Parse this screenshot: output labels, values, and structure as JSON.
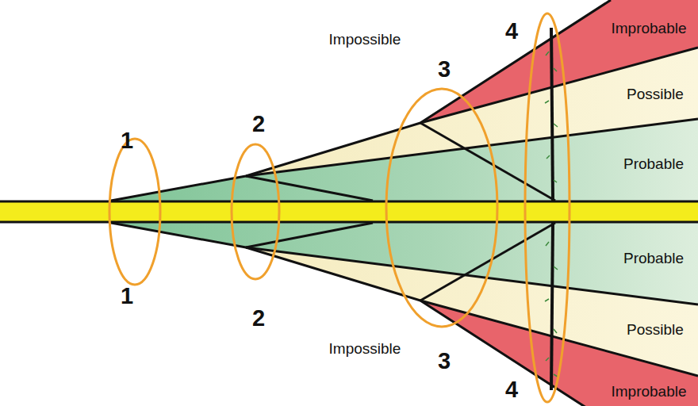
{
  "diagram": {
    "labels": [
      "Impossible",
      "Improbable",
      "4",
      "3",
      "Possible",
      "2",
      "1",
      "Probable",
      "Probable",
      "1",
      "2",
      "Possible",
      "Impossible",
      "3",
      "4",
      "Improbable"
    ]
  }
}
